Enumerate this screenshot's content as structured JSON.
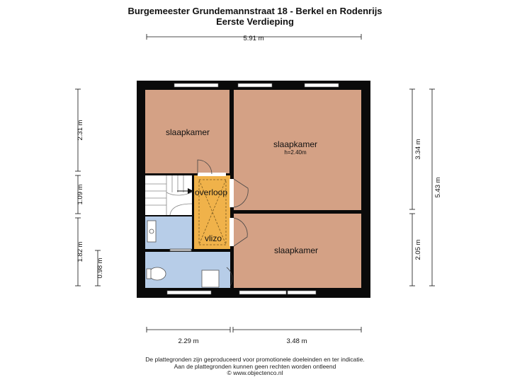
{
  "header": {
    "title": "Burgemeester Grundemannstraat 18 - Berkel en Rodenrijs",
    "subtitle": "Eerste Verdieping"
  },
  "rooms": {
    "slaapkamer_1": "slaapkamer",
    "slaapkamer_2": "slaapkamer",
    "slaapkamer_2_height": "h=2.40m",
    "slaapkamer_3": "slaapkamer",
    "overloop": "overloop",
    "vlizo": "vlizo"
  },
  "dimensions": {
    "top_total": "5.91 m",
    "bottom_left": "2.29 m",
    "bottom_right": "3.48 m",
    "left_upper": "2.31 m",
    "left_middle": "1.09 m",
    "left_lower": "1.82 m",
    "left_inner": "0.98 m",
    "right_upper": "3.34 m",
    "right_lower": "2.05 m",
    "right_total": "5.43 m"
  },
  "colors": {
    "bedroom": "#d4a185",
    "landing": "#f0b24a",
    "bathroom": "#b7cde8",
    "wall": "#0a0a0a"
  },
  "footer": {
    "line1": "De plattegronden zijn geproduceerd voor promotionele doeleinden en ter indicatie.",
    "line2": "Aan de plattegronden kunnen geen rechten worden ontleend",
    "line3": "© www.objectenco.nl"
  }
}
